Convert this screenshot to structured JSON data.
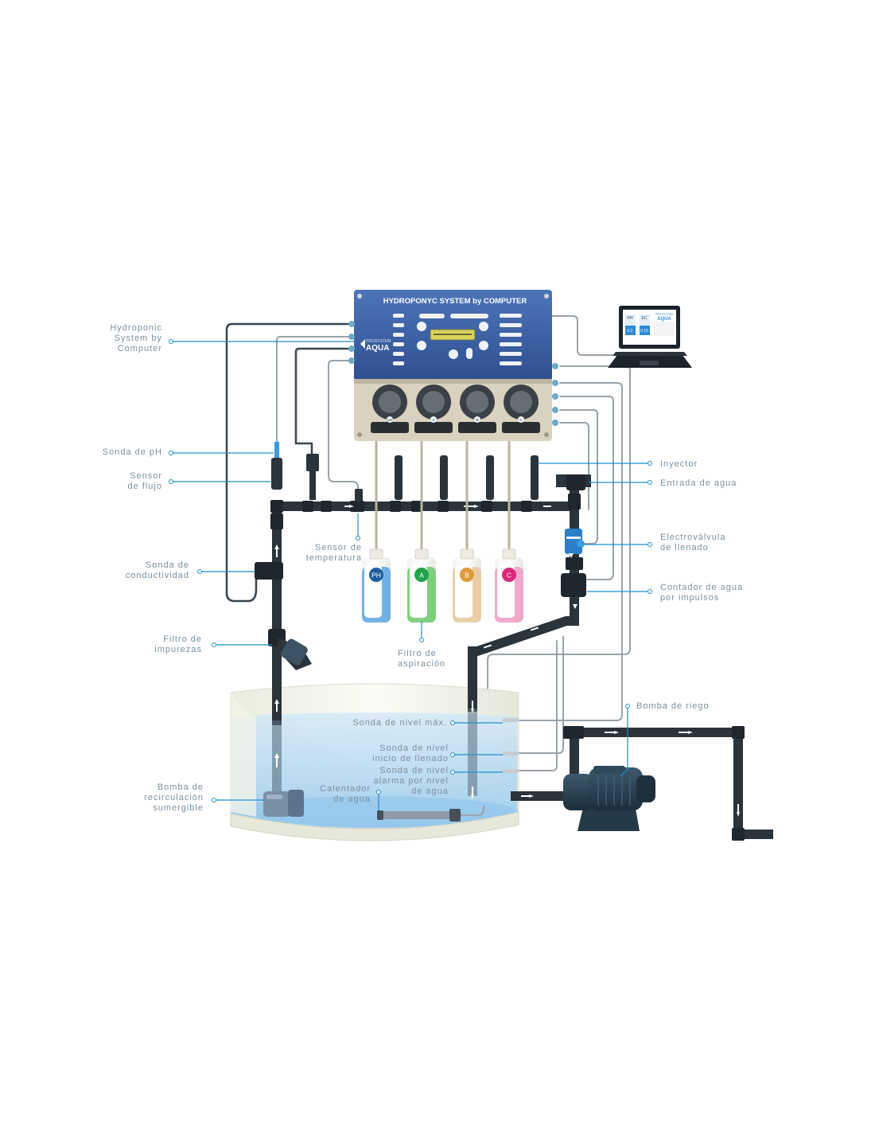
{
  "controller": {
    "title": "HYDROPONYC SYSTEM by COMPUTER",
    "brand_small": "PROSYSTEM",
    "brand_large": "AQUA",
    "panel_color": "#3f63a8",
    "pump_labels": [
      "pH",
      "A",
      "B",
      "C"
    ]
  },
  "laptop": {
    "brand_small": "PROSYSTEM",
    "brand_large": "AQUA",
    "cards": [
      {
        "label": "PH",
        "value": "5.2"
      },
      {
        "label": "EC",
        "value": "6.15"
      }
    ]
  },
  "bottles": [
    {
      "label": "PH",
      "color": "#1f5fa0",
      "tint": "#5aa6e0"
    },
    {
      "label": "A",
      "color": "#21a14a",
      "tint": "#6cc96a"
    },
    {
      "label": "B",
      "color": "#e39a3b",
      "tint": "#e9c79a"
    },
    {
      "label": "C",
      "color": "#d8287a",
      "tint": "#f09bc4"
    }
  ],
  "labels": {
    "hydroponic": "Hydroponic\nSystem by\nComputer",
    "sonda_ph": "Sonda de pH",
    "sensor_flujo": "Sensor\nde flujo",
    "sonda_conductividad": "Sonda de\nconductividad",
    "filtro_impurezas": "Filtro de\nimpurezas",
    "bomba_recirculacion": "Bomba de\nrecirculación\nsumergible",
    "sensor_temperatura": "Sensor de\ntemperatura",
    "filtro_aspiracion": "Filtro de\naspiración",
    "inyector": "Inyector",
    "entrada_agua": "Entrada de agua",
    "electrovalvula": "Electroválvula\nde llenado",
    "contador_agua": "Contador de agua\npor impulsos",
    "bomba_riego": "Bomba de riego",
    "sonda_nivel_max": "Sonda de nivel máx.",
    "sonda_nivel_inicio": "Sonda de nivel\ninicio de llenado",
    "sonda_nivel_alarma": "Sonda de nivel\nalarma por nivel\nde agua",
    "calentador": "Calentador\nde agua"
  },
  "colors": {
    "pipe": "#2b333b",
    "leader": "#1f8fd1",
    "label_text": "#7d8f9c",
    "wire": "#9aa3aa",
    "water": "#bcdcf2"
  }
}
